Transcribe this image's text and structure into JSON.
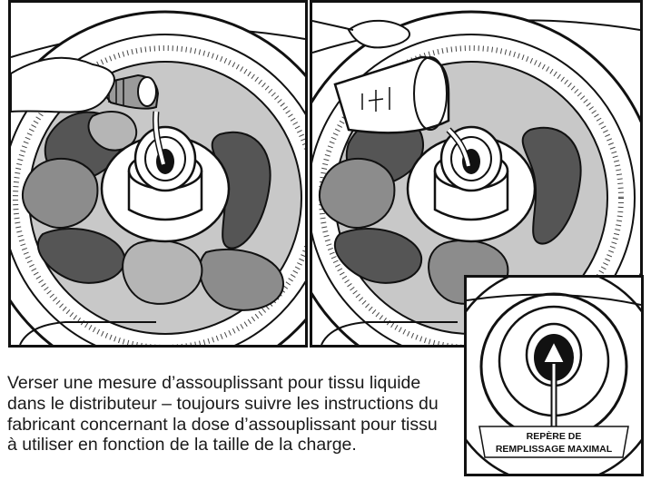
{
  "figure": {
    "panels": [
      {
        "name": "pour-bottle-panel",
        "icon": "softener-bottle-icon"
      },
      {
        "name": "pour-cup-panel",
        "icon": "measuring-cup-icon"
      }
    ],
    "inset": {
      "label_line1": "REPÈRE DE",
      "label_line2": "REMPLISSAGE MAXIMAL"
    }
  },
  "caption": {
    "text": "Verser une mesure d’assouplissant pour tissu liquide dans le distributeur – toujours suivre les instructions du fabricant concernant la dose d’assouplissant pour tissu à utiliser en fonction de la taille de la charge."
  },
  "colors": {
    "line": "#111111",
    "dark_fabric": "#555555",
    "mid_fabric": "#8c8c8c",
    "light_fabric": "#b5b5b5",
    "background": "#ffffff"
  }
}
